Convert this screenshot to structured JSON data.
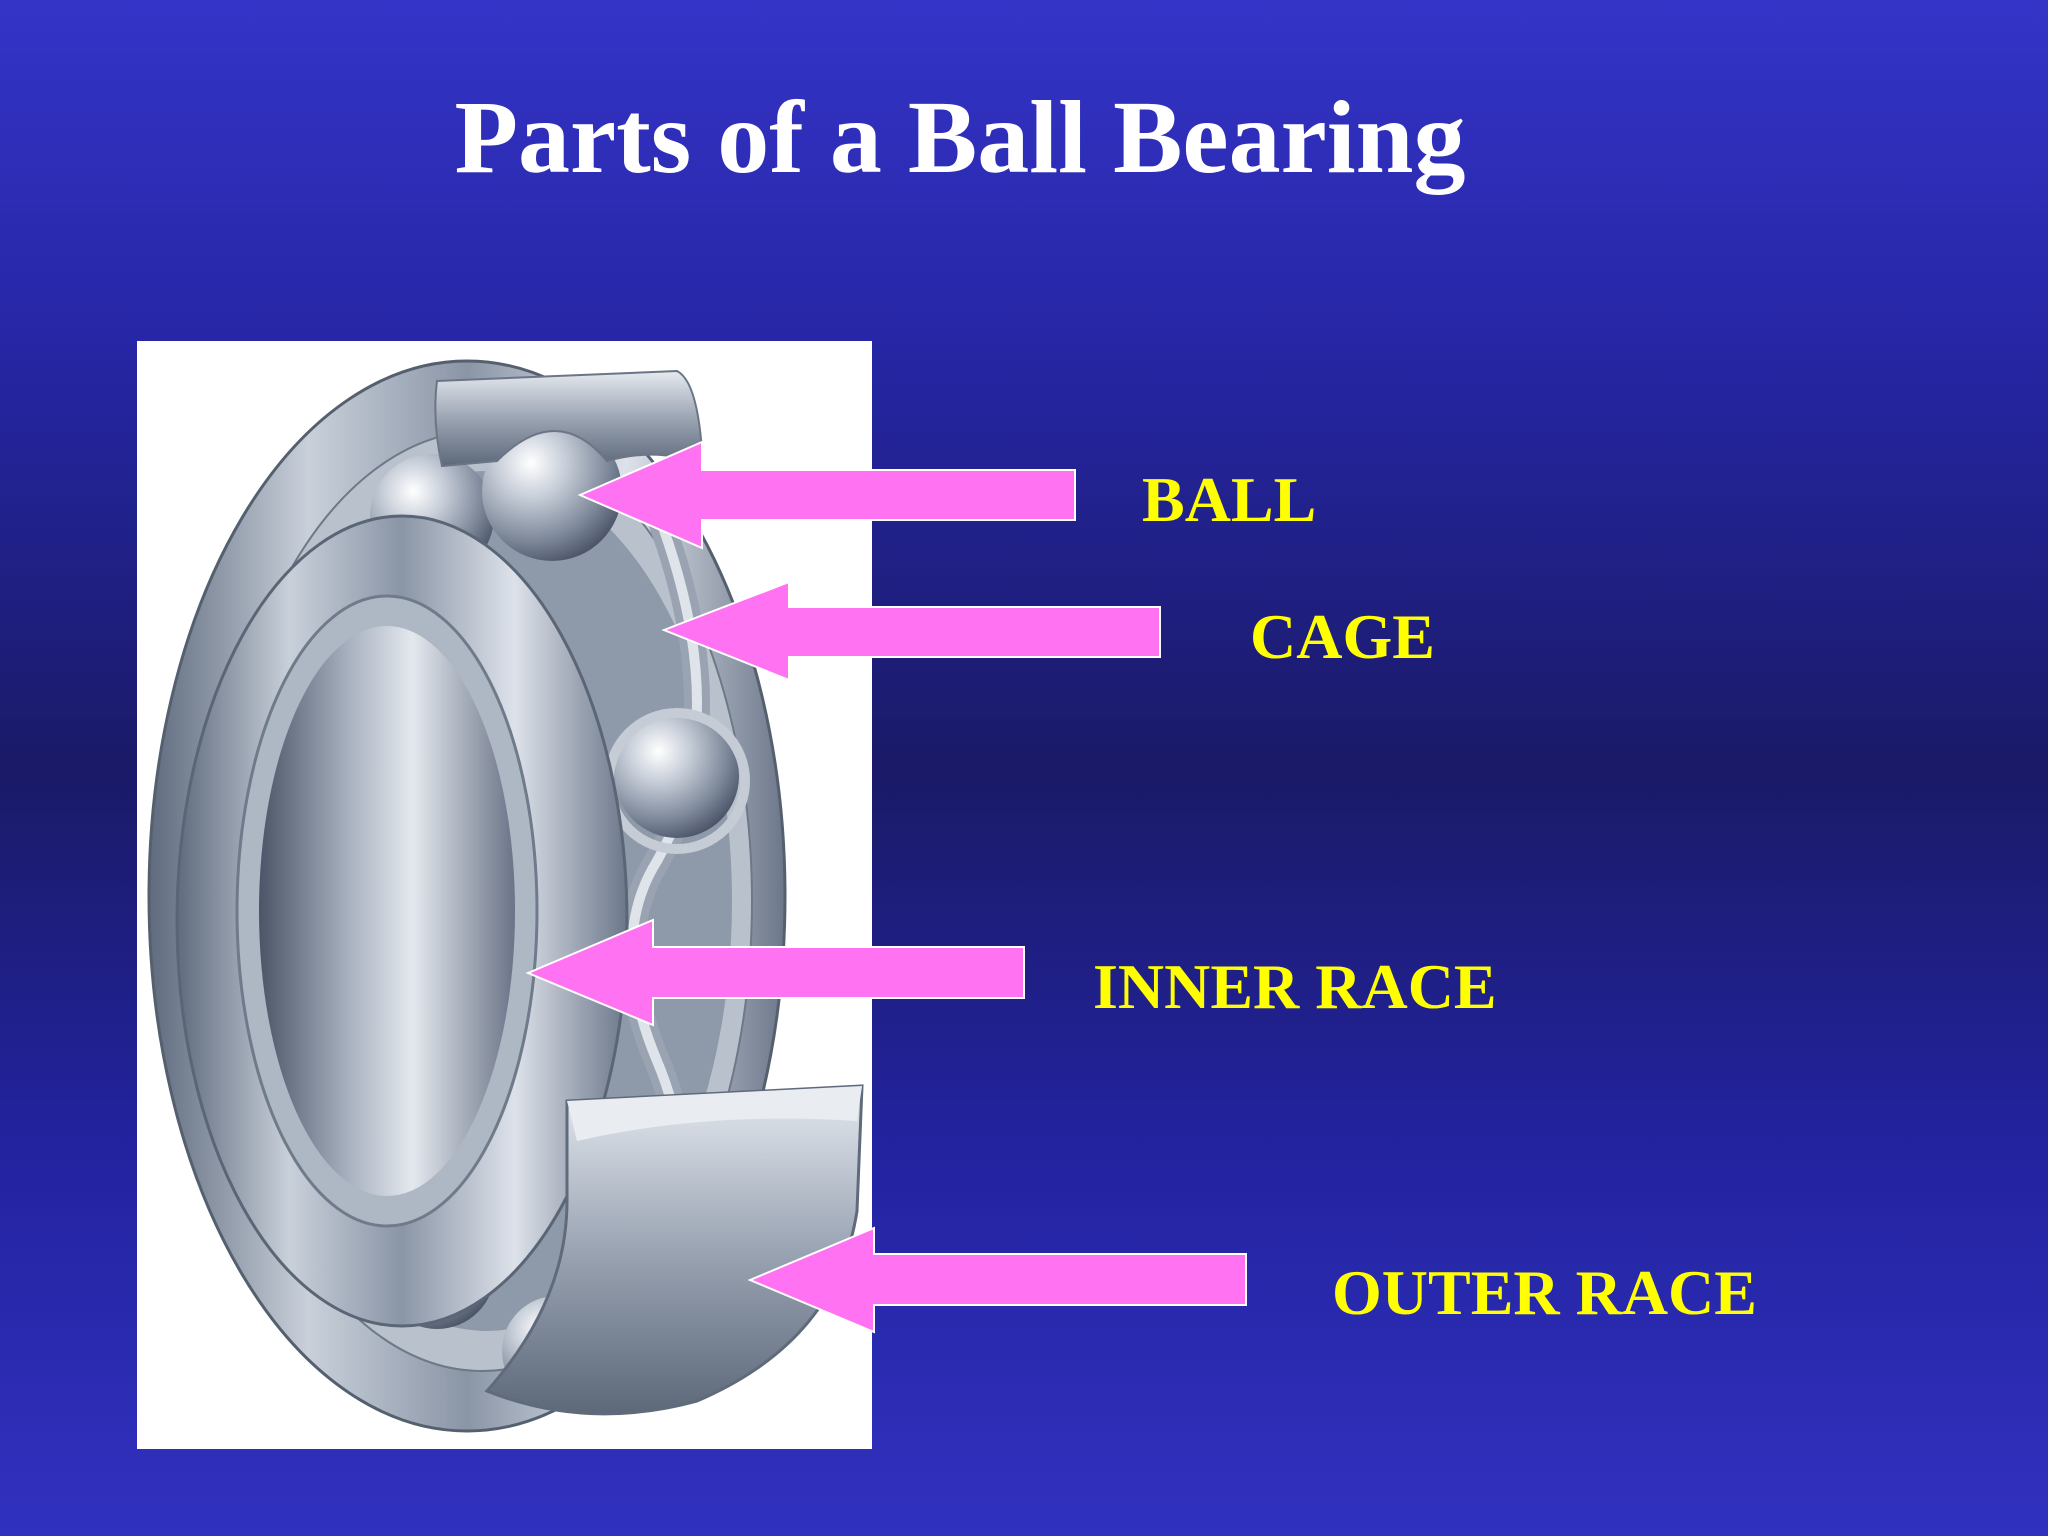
{
  "title": "Parts of a Ball Bearing",
  "image": {
    "subject": "bearing-cutaway",
    "background": "#ffffff"
  },
  "labels": [
    {
      "id": "ball",
      "text": "BALL"
    },
    {
      "id": "cage",
      "text": "CAGE"
    },
    {
      "id": "inner",
      "text": "INNER RACE"
    },
    {
      "id": "outer",
      "text": "OUTER RACE"
    }
  ],
  "colors": {
    "background_top": "#3434c8",
    "background_middle": "#1a1a68",
    "title": "#ffffff",
    "label": "#ffff00",
    "arrow": "#ff73f3"
  }
}
